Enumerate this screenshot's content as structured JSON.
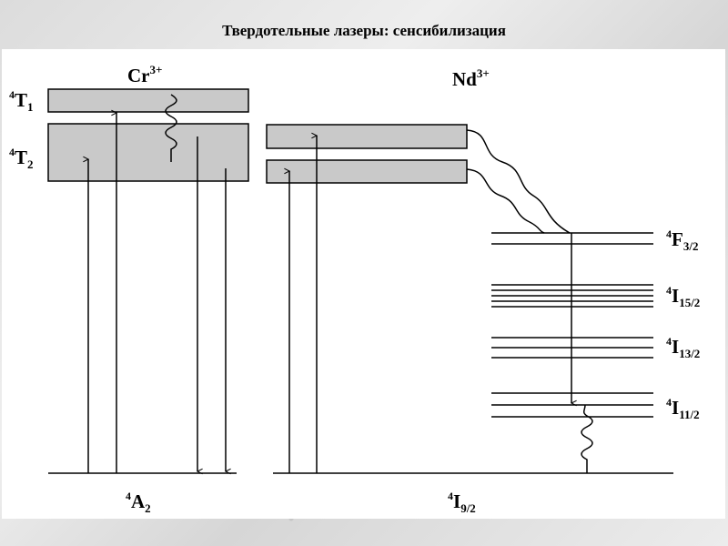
{
  "slide": {
    "title": "Твердотельные лазеры: сенсибилизация"
  },
  "diagram": {
    "ions": {
      "left": "Cr",
      "left_charge": "3+",
      "right": "Nd",
      "right_charge": "3+"
    },
    "cr_levels": [
      {
        "sup": "4",
        "base": "T",
        "sub": "1"
      },
      {
        "sup": "4",
        "base": "T",
        "sub": "2"
      },
      {
        "sup": "4",
        "base": "A",
        "sub": "2"
      }
    ],
    "nd_levels": [
      {
        "sup": "4",
        "base": "F",
        "sub": "3/2"
      },
      {
        "sup": "4",
        "base": "I",
        "sub": "15/2"
      },
      {
        "sup": "4",
        "base": "I",
        "sub": "13/2"
      },
      {
        "sup": "4",
        "base": "I",
        "sub": "11/2"
      },
      {
        "sup": "4",
        "base": "I",
        "sub": "9/2"
      }
    ],
    "colors": {
      "band_fill": "#c9c9c9",
      "line": "#000000"
    }
  }
}
